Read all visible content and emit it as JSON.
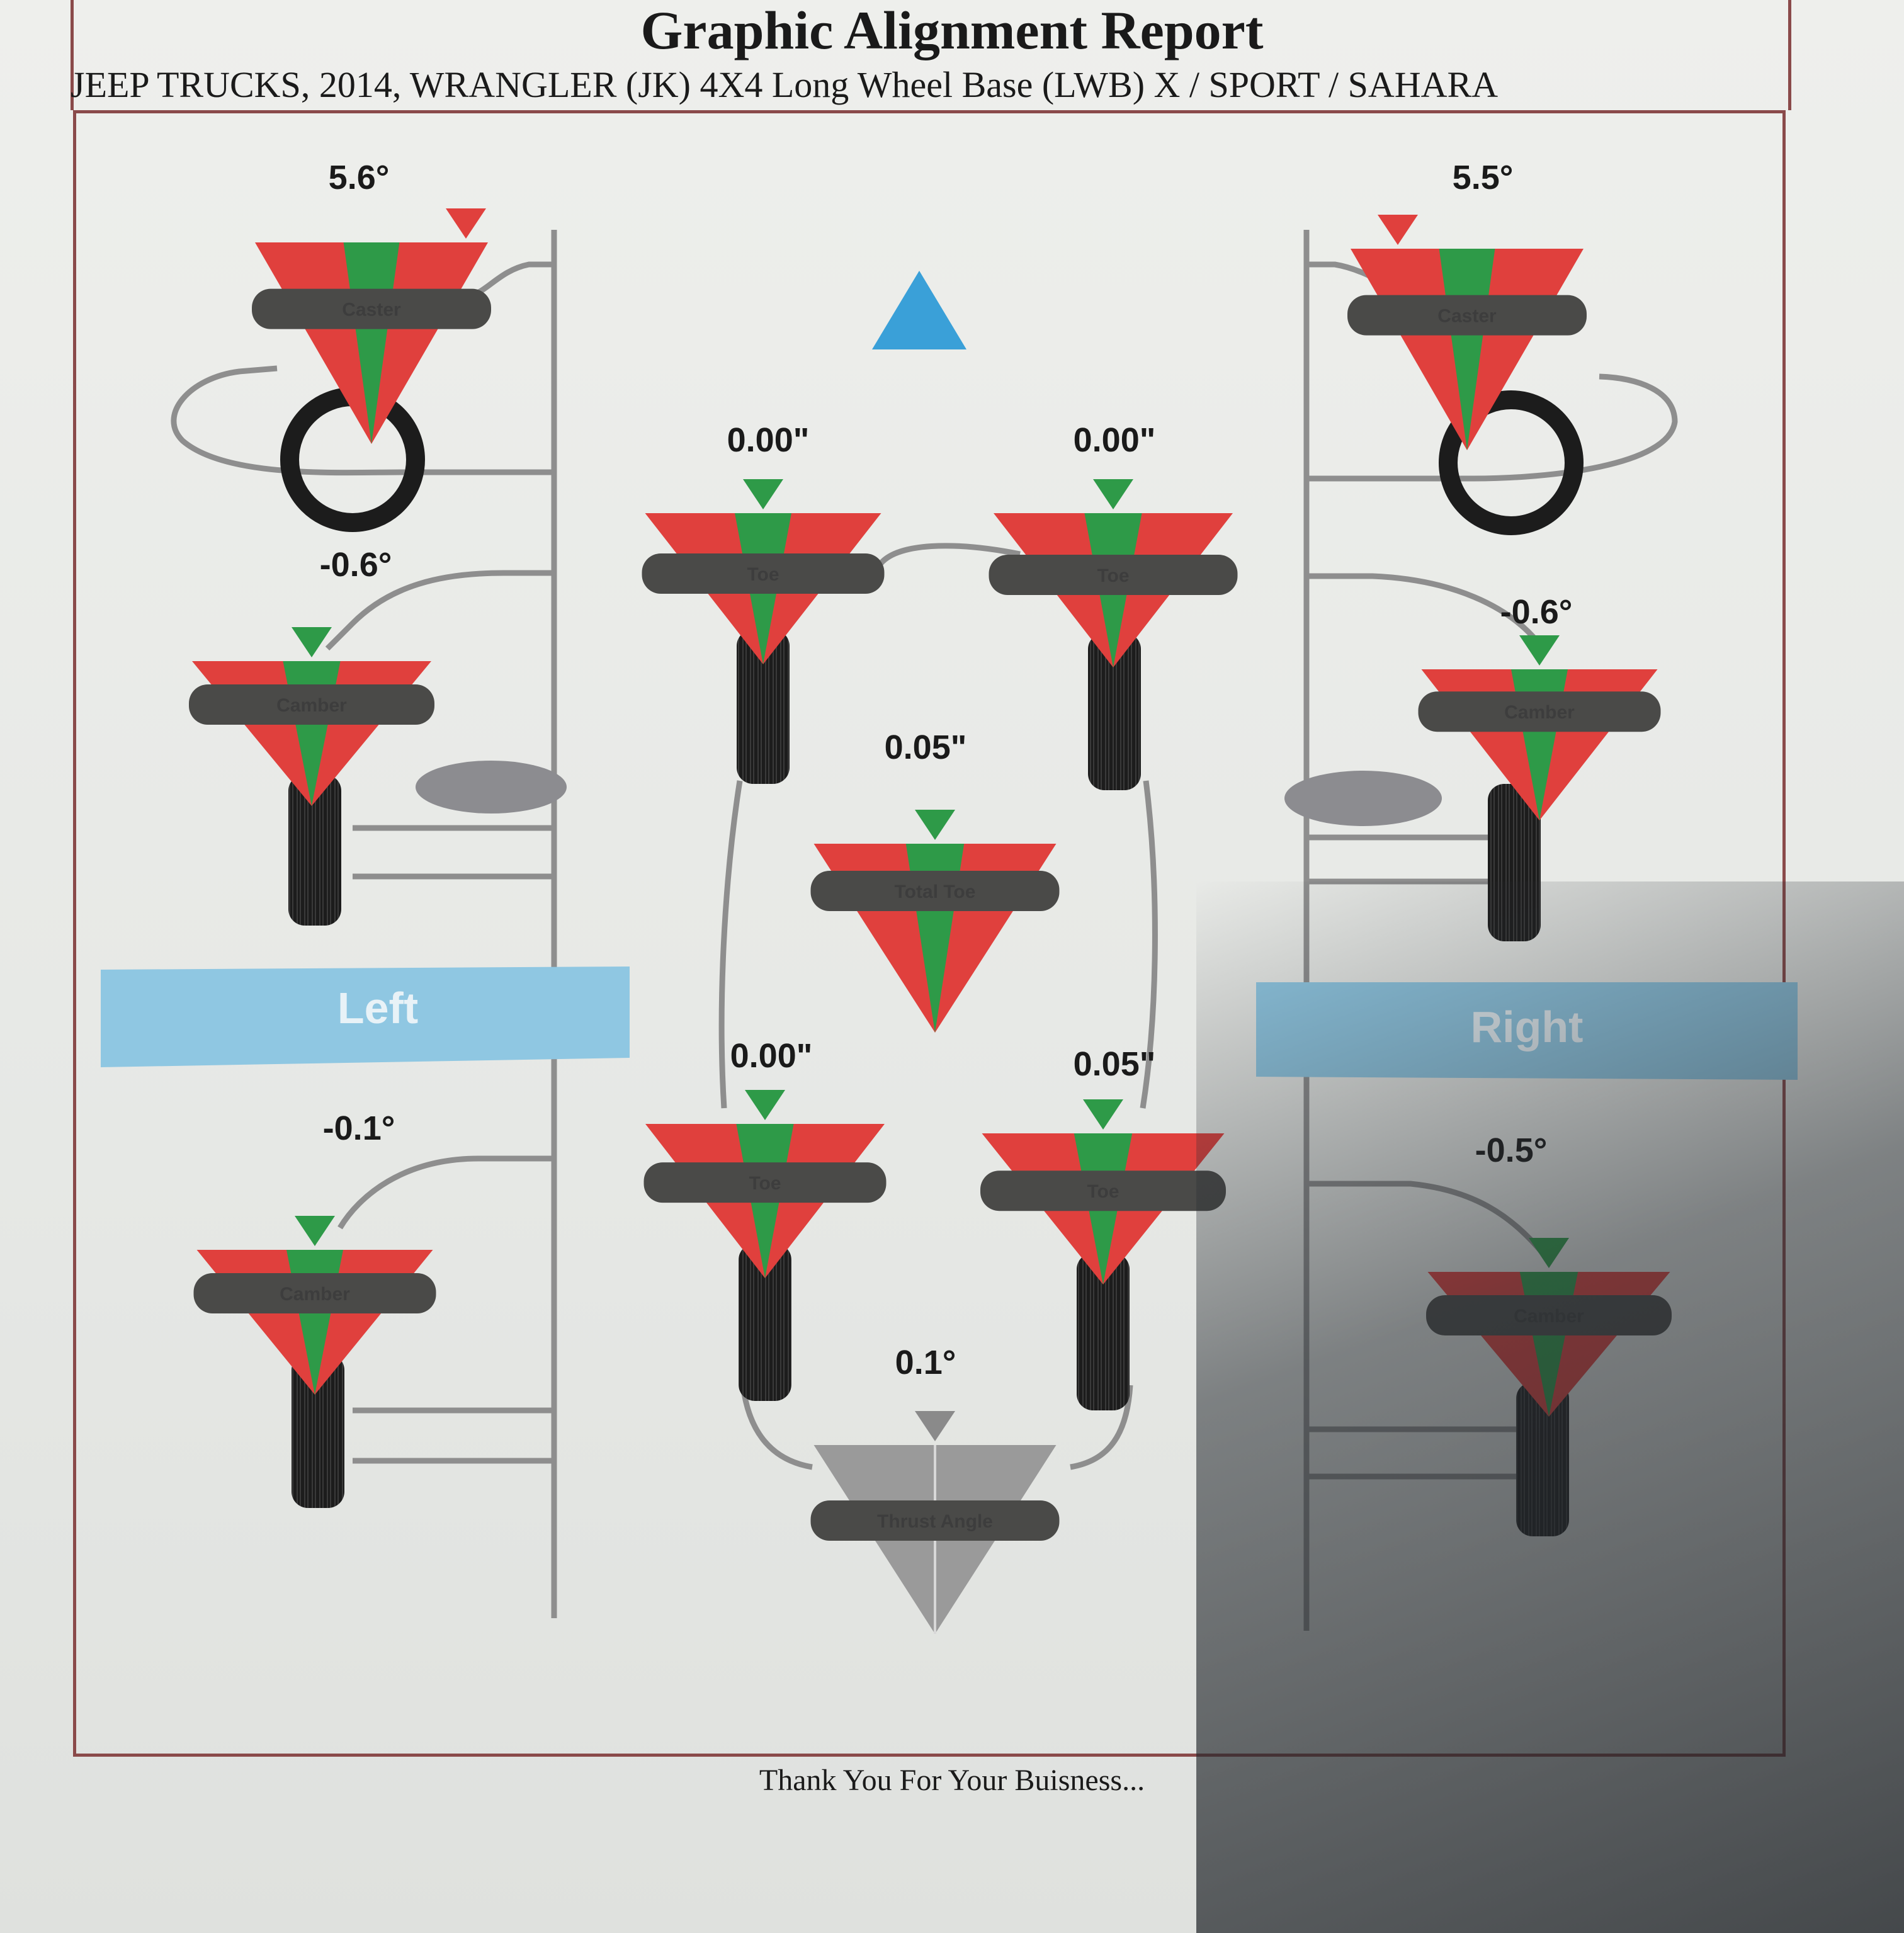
{
  "report": {
    "title": "Graphic Alignment Report",
    "vehicle": "JEEP TRUCKS, 2014, WRANGLER (JK) 4X4 Long Wheel Base (LWB) X / SPORT / SAHARA",
    "footer": "Thank You For Your Buisness..."
  },
  "sides": {
    "left": "Left",
    "right": "Right"
  },
  "front": {
    "left_caster": {
      "label": "Caster",
      "value": "5.6°"
    },
    "right_caster": {
      "label": "Caster",
      "value": "5.5°"
    },
    "left_camber": {
      "label": "Camber",
      "value": "-0.6°"
    },
    "right_camber": {
      "label": "Camber",
      "value": "-0.6°"
    },
    "left_toe": {
      "label": "Toe",
      "value": "0.00\""
    },
    "right_toe": {
      "label": "Toe",
      "value": "0.00\""
    },
    "total_toe": {
      "label": "Total Toe",
      "value": "0.05\""
    }
  },
  "rear": {
    "left_camber": {
      "label": "Camber",
      "value": "-0.1°"
    },
    "right_camber": {
      "label": "Camber",
      "value": "-0.5°"
    },
    "left_toe": {
      "label": "Toe",
      "value": "0.00\""
    },
    "right_toe": {
      "label": "Toe",
      "value": "0.05\""
    },
    "thrust_angle": {
      "label": "Thrust Angle",
      "value": "0.1°"
    }
  },
  "colors": {
    "in_spec": "#2e9a48",
    "out_of_spec": "#e0403d",
    "direction_arrow": "#3aa0d8",
    "side_banner": "#8fc7e2",
    "gauge_bar": "#4a4a48",
    "thrust_gauge": "#9a9a9a"
  }
}
